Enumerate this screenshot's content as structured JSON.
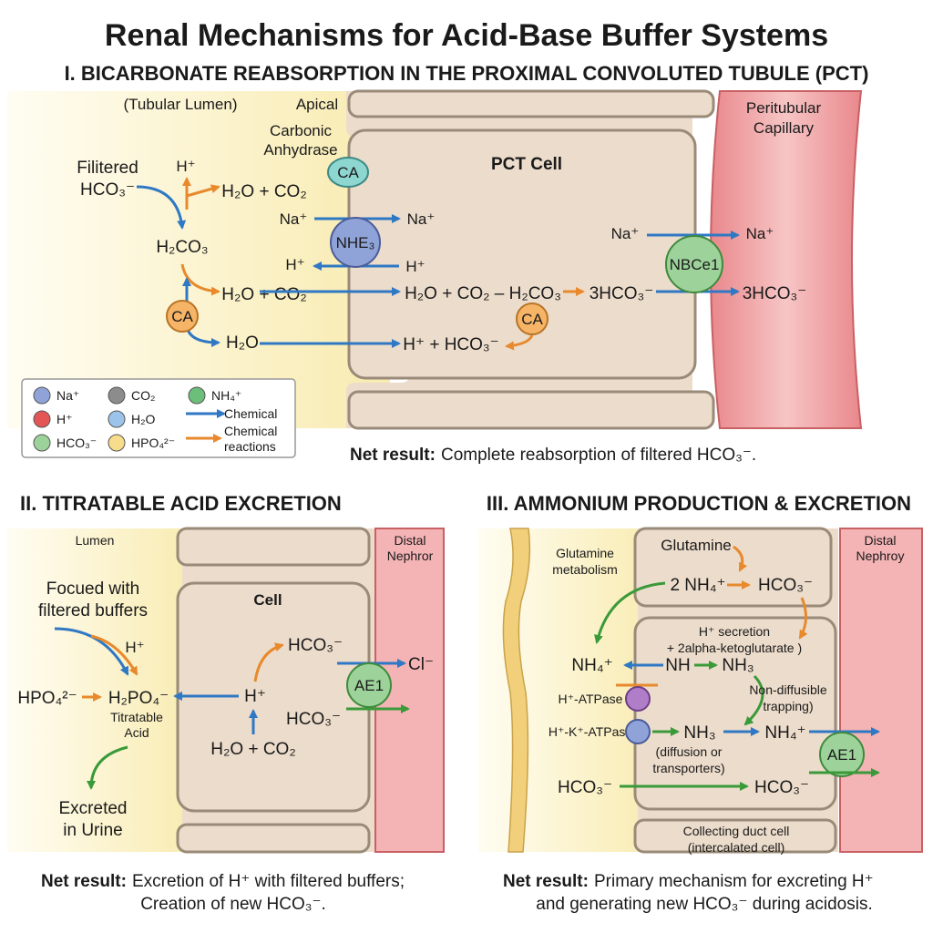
{
  "title": "Renal Mechanisms for Acid-Base Buffer Systems",
  "colors": {
    "lumen": "#fbf2c8",
    "cell": "#ecdccb",
    "cell_border": "#9a8a78",
    "capillary": "#f0a6a8",
    "blue_arrow": "#2f78c4",
    "orange_arrow": "#e8892c",
    "green_arrow": "#3a9a3a",
    "na_dot": "#8fa3d8",
    "h_dot": "#e45656",
    "hco3_dot": "#9dd39a",
    "co2_dot": "#8c8c8c",
    "h2o_dot": "#9cc4ea",
    "hpo4_dot": "#f7dc8c",
    "nh4_dot": "#6cbf7a"
  },
  "section1": {
    "heading": "I. BICARBONATE REABSORPTION IN THE PROXIMAL CONVOLUTED TUBULE (PCT)",
    "lumen_label": "(Tubular Lumen)",
    "apical_label": "Apical",
    "carbonic_anhydrase_label_1": "Carbonic",
    "carbonic_anhydrase_label_2": "Anhydrase",
    "cell_label": "PCT Cell",
    "capillary_label_1": "Peritubular",
    "capillary_label_2": "Capillary",
    "filtered_1": "Filitered",
    "filtered_2": "HCO₃⁻",
    "h_plus": "H⁺",
    "h2o_co2": "H₂O + CO₂",
    "na_plus": "Na⁺",
    "h2co3": "H₂CO₃",
    "h2o": "H₂O",
    "ca": "CA",
    "nhe3": "NHE₃",
    "h2o_co2_h2co3": "H₂O + CO₂ – H₂CO₃",
    "three_hco3": "3HCO₃⁻",
    "h_hco3": "H⁺ + HCO₃⁻",
    "nbce1": "NBCe1",
    "net_bold": "Net result:",
    "net_text": "Complete reabsorption of filtered HCO₃⁻."
  },
  "legend": [
    {
      "label": "Na⁺",
      "color": "#8fa3d8"
    },
    {
      "label": "H⁺",
      "color": "#e45656"
    },
    {
      "label": "HCO₃⁻",
      "color": "#9dd39a"
    },
    {
      "label": "CO₂",
      "color": "#8c8c8c"
    },
    {
      "label": "H₂O",
      "color": "#9cc4ea"
    },
    {
      "label": "HPO₄²⁻",
      "color": "#f7dc8c"
    },
    {
      "label": "NH₄⁺",
      "color": "#6cbf7a"
    }
  ],
  "legend_arrows": {
    "blue": "Chemical",
    "orange_1": "Chemical",
    "orange_2": "reactions"
  },
  "section2": {
    "heading": "II. TITRATABLE ACID EXCRETION",
    "lumen_label": "Lumen",
    "cell_label": "Cell",
    "distal_1": "Distal",
    "distal_2": "Nephror",
    "focused_1": "Focued with",
    "focused_2": "filtered buffers",
    "h_plus": "H⁺",
    "hpo4": "HPO₄²⁻",
    "h2po4": "H₂PO₄⁻",
    "titratable_1": "Titratable",
    "titratable_2": "Acid",
    "excreted_1": "Excreted",
    "excreted_2": "in Urine",
    "hco3": "HCO₃⁻",
    "h2o_co2": "H₂O + CO₂",
    "ae1": "AE1",
    "cl": "Cl⁻",
    "net_bold": "Net result:",
    "net_text_1": "Excretion of H⁺ with filtered buffers;",
    "net_text_2": "Creation of new HCO₃⁻."
  },
  "section3": {
    "heading": "III. AMMONIUM PRODUCTION & EXCRETION",
    "glutamine_metab_1": "Glutamine",
    "glutamine_metab_2": "metabolism",
    "glutamine": "Glutamine",
    "distal_1": "Distal",
    "distal_2": "Nephroy",
    "two_nh4": "2 NH₄⁺",
    "hco3": "HCO₃⁻",
    "h_secretion_1": "H⁺ secretion",
    "h_secretion_2": "+ 2alpha-ketoglutarate )",
    "nh4": "NH₄⁺",
    "nh": "NH",
    "nh3": "NH₃",
    "non_diff_1": "Non-diffusible",
    "non_diff_2": "trapping)",
    "h_atpase": "H⁺-ATPase",
    "hk_atpase": "H⁺-K⁺-ATPase",
    "diffusion_1": "(diffusion or",
    "diffusion_2": "transporters)",
    "ae1": "AE1",
    "collecting_1": "Collecting duct cell",
    "collecting_2": "(intercalated cell)",
    "net_bold": "Net result:",
    "net_text_1": "Primary mechanism for excreting H⁺",
    "net_text_2": "and generating new HCO₃⁻ during acidosis."
  }
}
